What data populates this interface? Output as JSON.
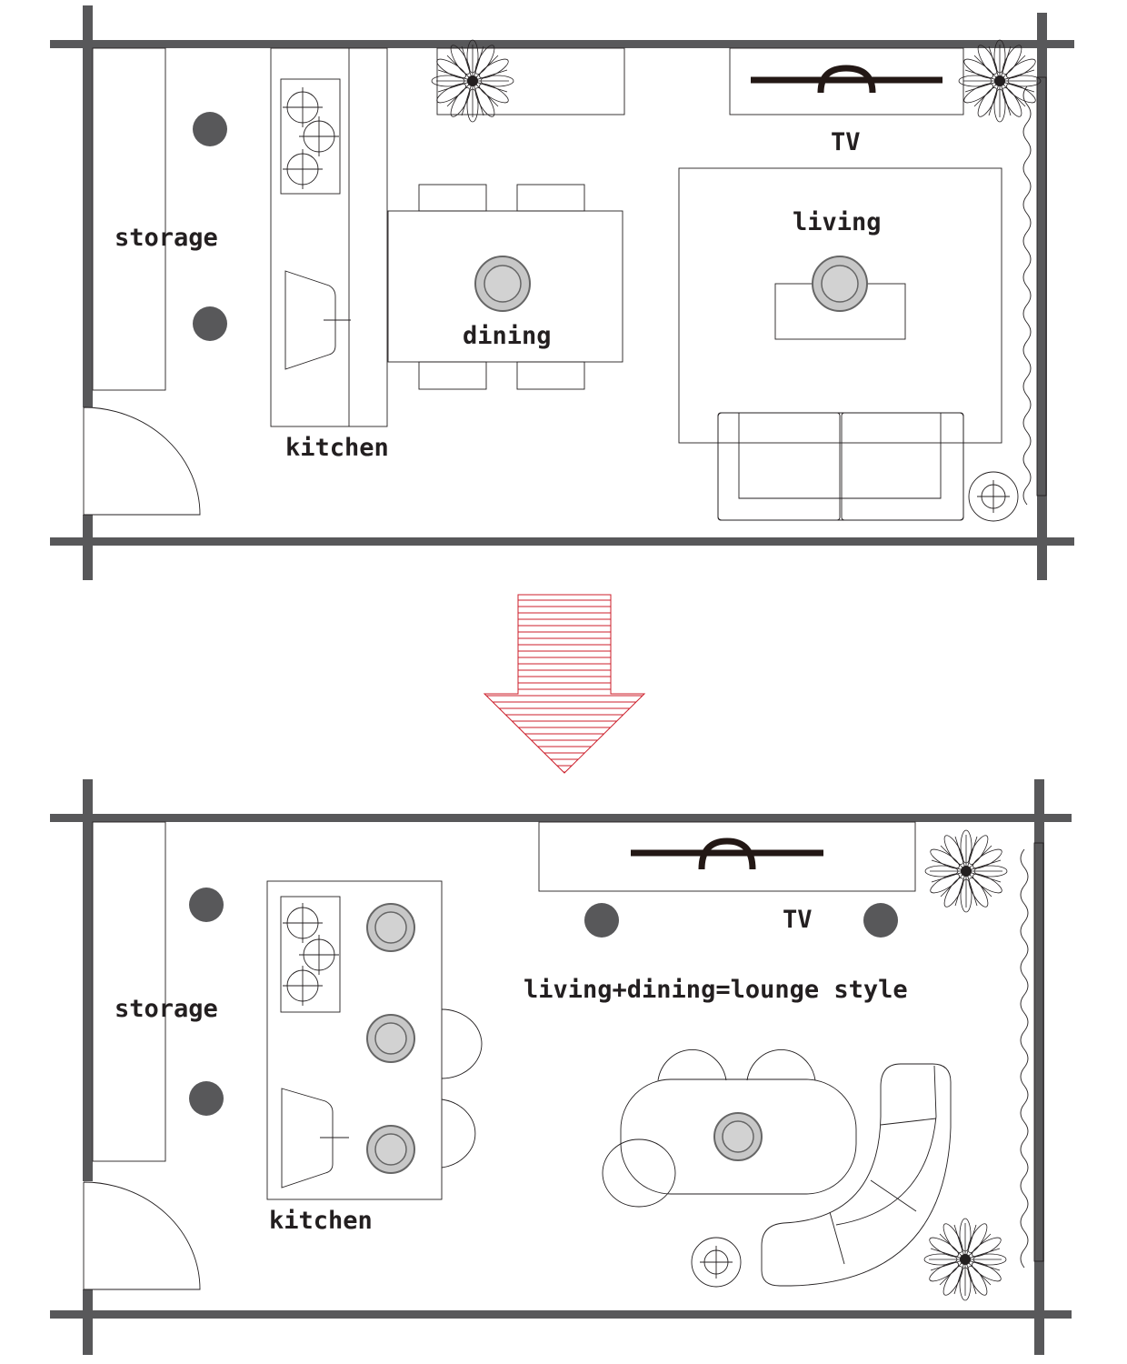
{
  "labels": {
    "before_storage": "storage",
    "before_kitchen": "kitchen",
    "before_dining": "dining",
    "before_living": "living",
    "before_tv": "TV",
    "after_storage": "storage",
    "after_kitchen": "kitchen",
    "after_tv": "TV",
    "after_lounge": "living+dining=lounge style"
  },
  "colors": {
    "wall": "#58585a",
    "arrow": "#cc1f2b",
    "lamp": "#c7c7c7"
  },
  "icons": [
    "stove-burner-icon",
    "sink-icon",
    "plant-icon",
    "floor-lamp-icon",
    "pendant-light-icon",
    "downlight-icon",
    "tv-icon",
    "transform-arrow-icon"
  ]
}
